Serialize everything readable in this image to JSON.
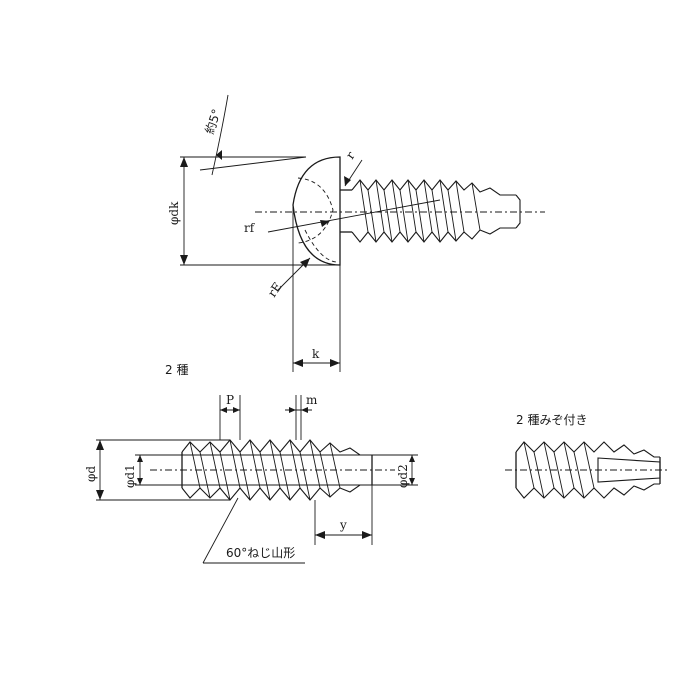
{
  "top_view": {
    "angle_label": "約5°",
    "dk_label": "φdk",
    "r_label": "r",
    "rf_label": "rf",
    "re_label": "rE",
    "k_label": "k"
  },
  "type2_section": {
    "title": "2 種",
    "p_label": "P",
    "m_label": "m",
    "d_label": "φd",
    "d1_label": "φd1",
    "d2_label": "φd2",
    "y_label": "y",
    "thread_note": "60°ねじ山形"
  },
  "slotted_section": {
    "title": "2 種みぞ付き"
  }
}
